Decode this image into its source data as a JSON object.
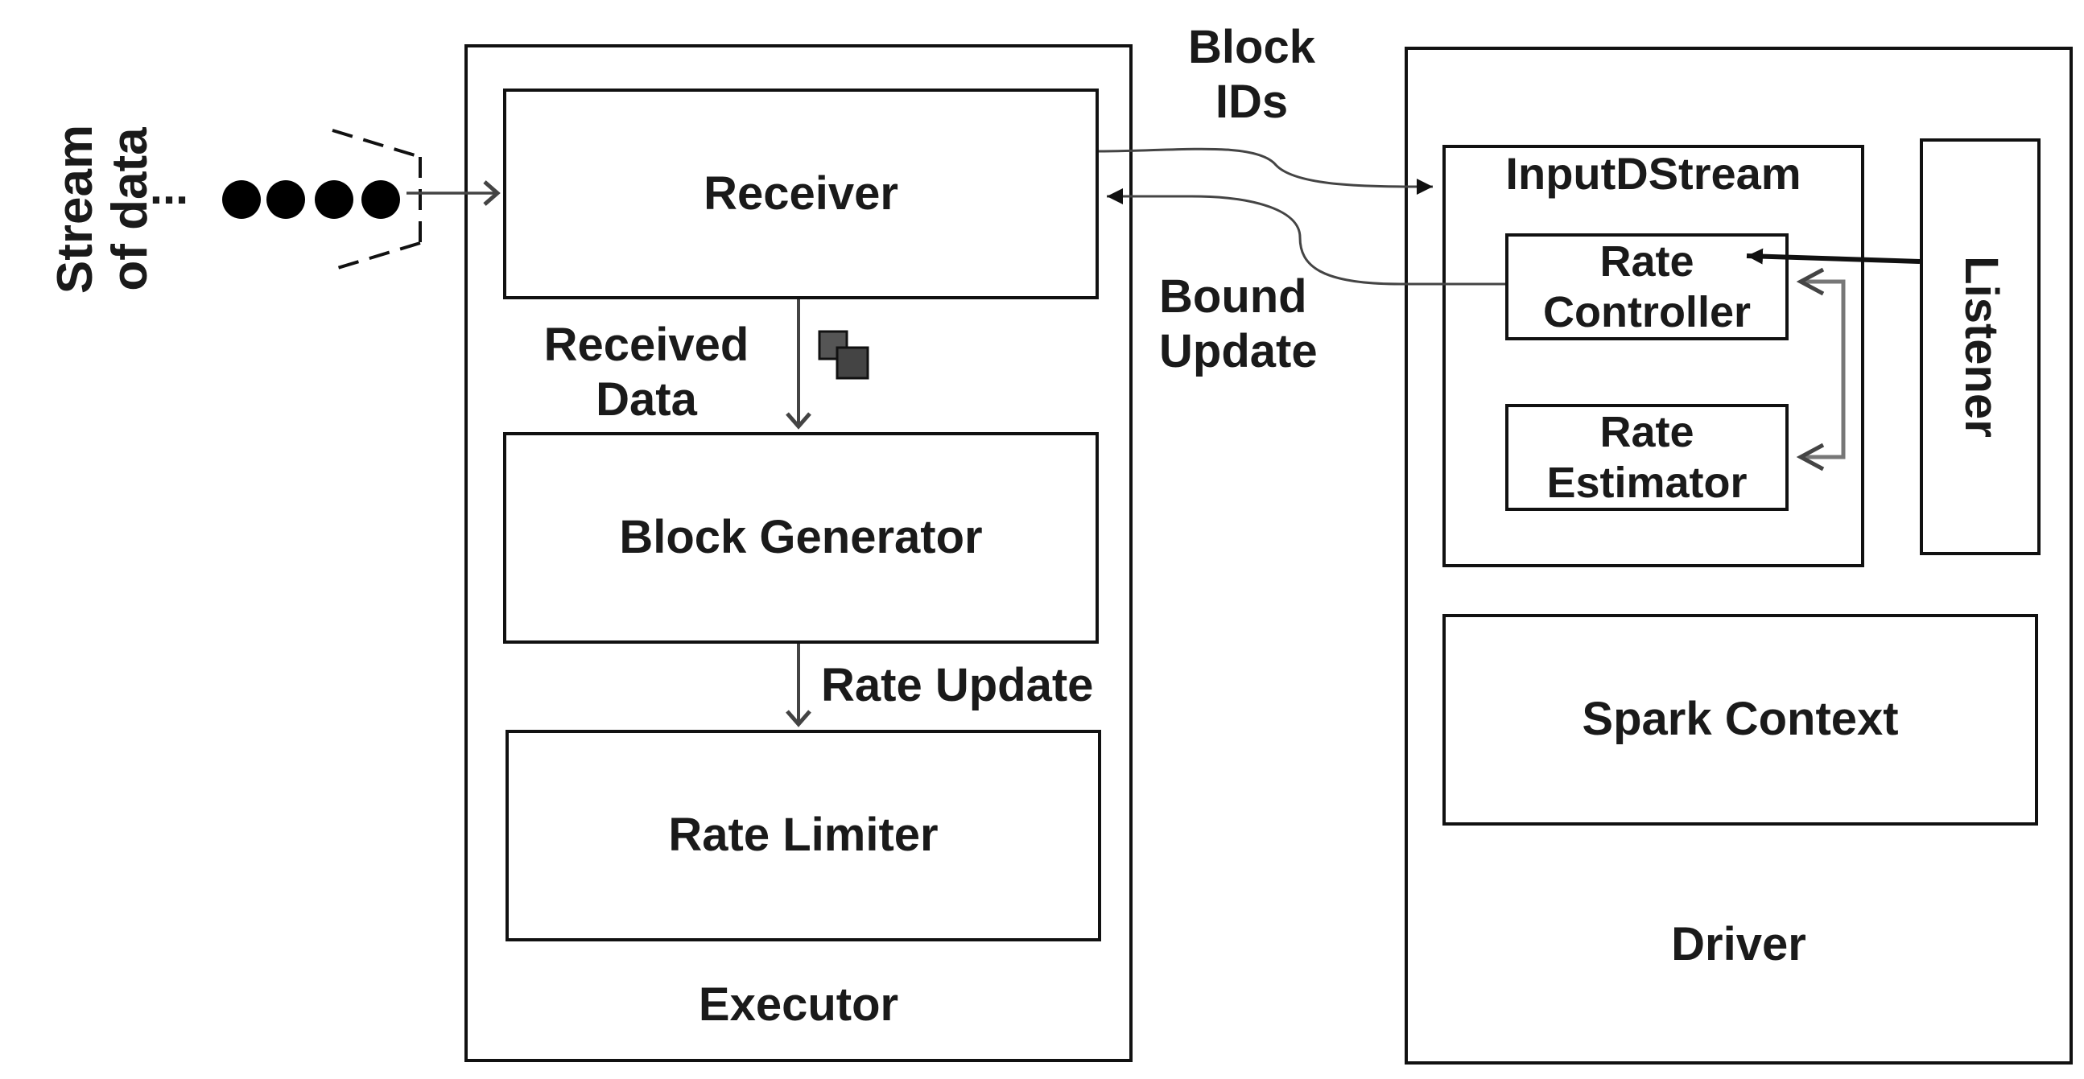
{
  "stream": {
    "label": "Stream\nof data",
    "ellipsis": "..."
  },
  "executor": {
    "title": "Executor",
    "receiver": "Receiver",
    "block_generator": "Block Generator",
    "rate_limiter": "Rate Limiter",
    "received_data": "Received\nData",
    "rate_update": "Rate Update"
  },
  "links": {
    "block_ids": "Block\nIDs",
    "bound_update": "Bound\nUpdate"
  },
  "driver": {
    "title": "Driver",
    "input_dstream": "InputDStream",
    "rate_controller": "Rate\nController",
    "rate_estimator": "Rate\nEstimator",
    "listener": "Listener",
    "spark_context": "Spark Context"
  },
  "colors": {
    "line": "#111111",
    "connector": "#444444",
    "dot": "#000000"
  }
}
